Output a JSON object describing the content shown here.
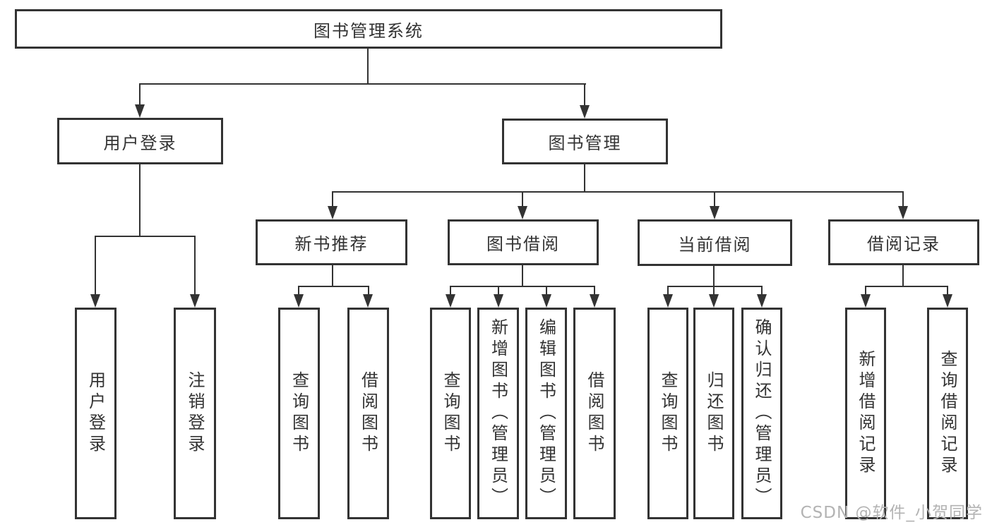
{
  "diagram": {
    "title": "图书管理系统",
    "root": {
      "label": "图书管理系统"
    },
    "level2": [
      {
        "label": "用户登录"
      },
      {
        "label": "图书管理"
      }
    ],
    "level3": [
      {
        "label": "新书推荐"
      },
      {
        "label": "图书借阅"
      },
      {
        "label": "当前借阅"
      },
      {
        "label": "借阅记录"
      }
    ],
    "leaves": [
      {
        "label": "用户登录"
      },
      {
        "label": "注销登录"
      },
      {
        "label": "查询图书"
      },
      {
        "label": "借阅图书"
      },
      {
        "label": "查询图书"
      },
      {
        "label": "新增图书（管理员）"
      },
      {
        "label": "编辑图书（管理员）"
      },
      {
        "label": "借阅图书"
      },
      {
        "label": "查询图书"
      },
      {
        "label": "归还图书"
      },
      {
        "label": "确认归还（管理员）"
      },
      {
        "label": "新增借阅记录"
      },
      {
        "label": "查询借阅记录"
      }
    ]
  },
  "watermark": {
    "text": "CSDN @软件_小贺同学"
  },
  "colors": {
    "line": "#333333",
    "text": "#333333",
    "background": "#ffffff",
    "watermark_gray": "#b3b3b3"
  }
}
